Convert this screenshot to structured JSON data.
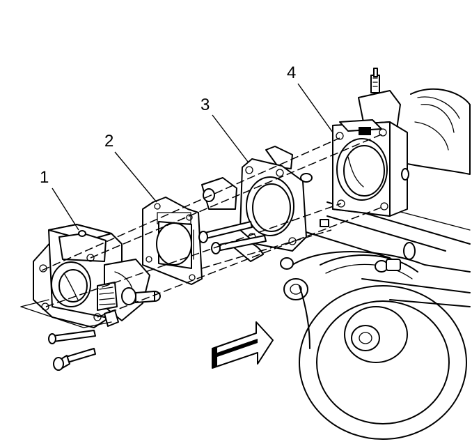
{
  "callouts": [
    {
      "id": "1",
      "label": "1"
    },
    {
      "id": "2",
      "label": "2"
    },
    {
      "id": "3",
      "label": "3"
    },
    {
      "id": "4",
      "label": "4"
    }
  ],
  "icons": {
    "direction_arrow": "arrow-icon"
  }
}
